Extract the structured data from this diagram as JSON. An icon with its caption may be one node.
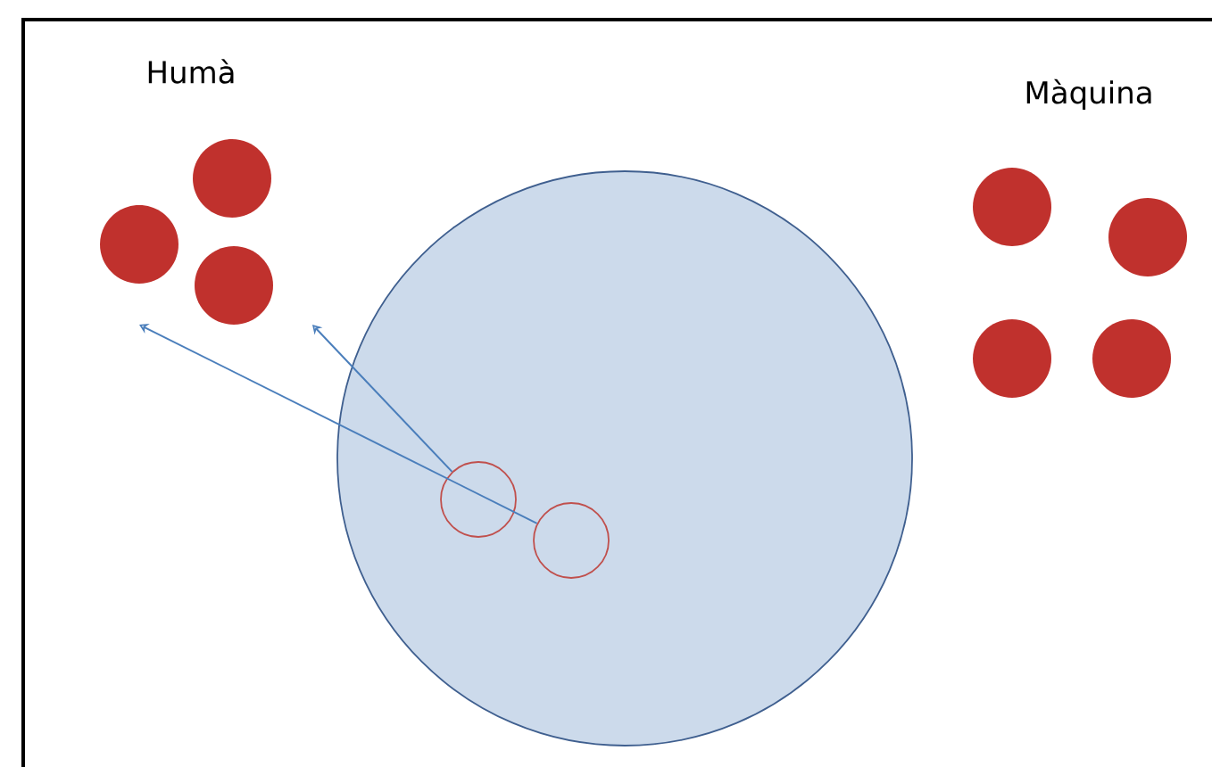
{
  "diagram": {
    "nodes": [
      {
        "text": [],
        "shape": "circle"
      },
      {
        "text": [],
        "shape": "circle",
        "in": 0
      },
      {
        "text": [],
        "shape": "circle",
        "in": 0
      }
    ],
    "edges": [
      {
        "from": 2,
        "to": null,
        "arrow": "to"
      },
      {
        "from": 1,
        "to": null,
        "arrow": "to"
      }
    ],
    "labels": [
      "Humà",
      "Màquina"
    ]
  }
}
